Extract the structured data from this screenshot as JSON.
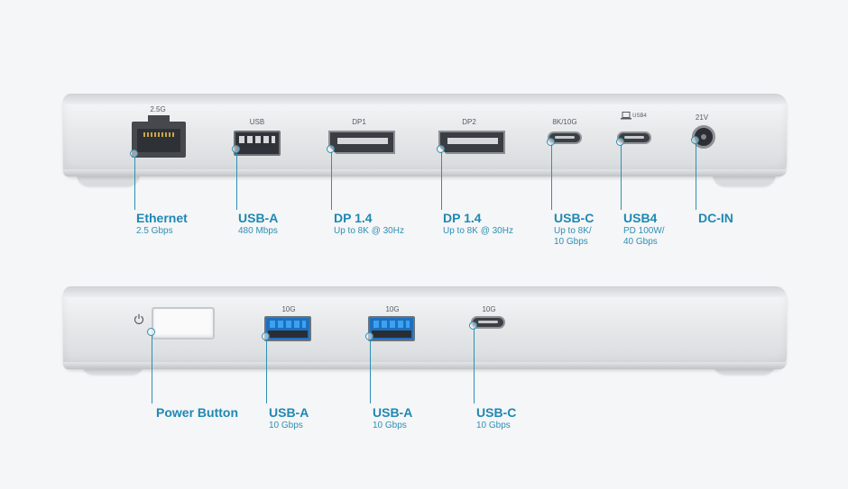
{
  "top_panel": {
    "port_labels": {
      "ethernet": "2.5G",
      "usb": "USB",
      "dp1": "DP1",
      "dp2": "DP2",
      "usbc": "8K/10G",
      "usb4": "USB4",
      "dcin": "21V"
    },
    "callouts": [
      {
        "title": "Ethernet",
        "sub": "2.5 Gbps"
      },
      {
        "title": "USB-A",
        "sub": "480 Mbps"
      },
      {
        "title": "DP 1.4",
        "sub": "Up to 8K @ 30Hz"
      },
      {
        "title": "DP 1.4",
        "sub": "Up to 8K @ 30Hz"
      },
      {
        "title": "USB-C",
        "sub": "Up to 8K/\n10 Gbps"
      },
      {
        "title": "USB4",
        "sub": "PD 100W/\n40 Gbps"
      },
      {
        "title": "DC-IN",
        "sub": ""
      }
    ]
  },
  "bottom_panel": {
    "port_labels": {
      "usba1": "10G",
      "usba2": "10G",
      "usbc": "10G"
    },
    "callouts": [
      {
        "title": "Power Button",
        "sub": ""
      },
      {
        "title": "USB-A",
        "sub": "10 Gbps"
      },
      {
        "title": "USB-A",
        "sub": "10 Gbps"
      },
      {
        "title": "USB-C",
        "sub": "10 Gbps"
      }
    ]
  },
  "colors": {
    "accent": "#1e88b4",
    "dock_silver": "#e3e5e7",
    "background": "#f5f6f7"
  },
  "icons": [
    "power-icon",
    "laptop-icon"
  ]
}
